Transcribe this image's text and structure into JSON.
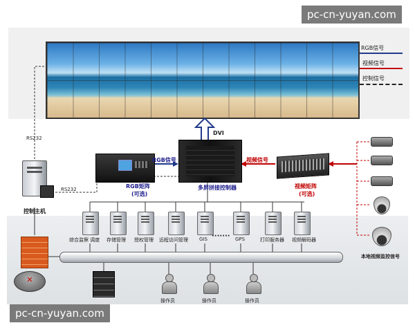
{
  "watermark_top": "pc-cn-yuyan.com",
  "watermark_bottom": "pc-cn-yuyan.com",
  "legend": [
    {
      "label": "RGB信号",
      "color": "#1f3a8a"
    },
    {
      "label": "视频信号",
      "color": "#c00000"
    },
    {
      "label": "控制信号",
      "color": "#222222"
    }
  ],
  "labels": {
    "dvi": "DVI",
    "rs232_top": "RS232",
    "rs232_mid": "RS232",
    "rgb_signal": "RGB信号",
    "video_signal": "视频信号",
    "rgb_matrix": "RGB矩阵",
    "rgb_matrix_opt": "(可选)",
    "video_matrix": "视频矩阵",
    "video_matrix_opt": "(可选)",
    "controller": "多屏拼接控制器",
    "host": "控制主机",
    "local_video": "本地视频监控信号",
    "dots": "·······"
  },
  "servers": [
    "综合监察 调度",
    "存储管理",
    "授权管理",
    "远程访问管理",
    "GIS",
    "GPS",
    "打印服务器",
    "视频解码器"
  ],
  "operators": [
    "操作员",
    "操作员",
    "操作员"
  ]
}
